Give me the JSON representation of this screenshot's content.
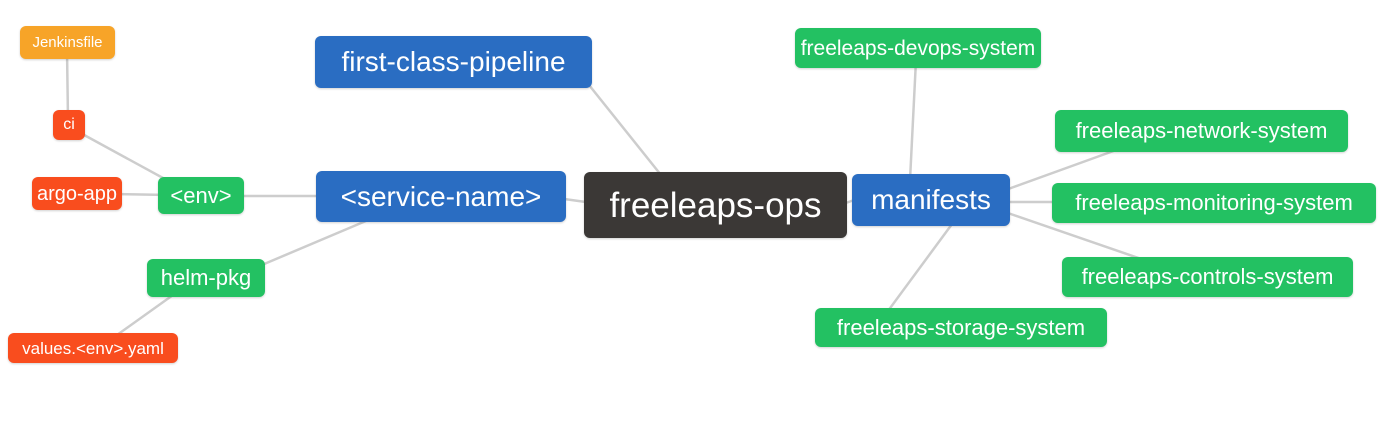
{
  "diagram": {
    "type": "mindmap",
    "root": "freeleaps-ops",
    "colors": {
      "blue": "#2a6dc2",
      "green": "#23c162",
      "orange": "#f7a428",
      "red": "#f94d1e",
      "dark": "#3b3836",
      "edge": "#cdcdcd",
      "background": "#ffffff",
      "text": "#ffffff"
    },
    "nodes": {
      "jenkinsfile": {
        "label": "Jenkinsfile",
        "color": "orange"
      },
      "ci": {
        "label": "ci",
        "color": "red"
      },
      "argo_app": {
        "label": "argo-app",
        "color": "red"
      },
      "env": {
        "label": "<env>",
        "color": "green"
      },
      "first_class_pipeline": {
        "label": "first-class-pipeline",
        "color": "blue"
      },
      "service_name": {
        "label": "<service-name>",
        "color": "blue"
      },
      "helm_pkg": {
        "label": "helm-pkg",
        "color": "green"
      },
      "values_env_yaml": {
        "label": "values.<env>.yaml",
        "color": "red"
      },
      "freeleaps_ops": {
        "label": "freeleaps-ops",
        "color": "dark"
      },
      "manifests": {
        "label": "manifests",
        "color": "blue"
      },
      "devops_system": {
        "label": "freeleaps-devops-system",
        "color": "green"
      },
      "network_system": {
        "label": "freeleaps-network-system",
        "color": "green"
      },
      "monitoring_system": {
        "label": "freeleaps-monitoring-system",
        "color": "green"
      },
      "controls_system": {
        "label": "freeleaps-controls-system",
        "color": "green"
      },
      "storage_system": {
        "label": "freeleaps-storage-system",
        "color": "green"
      }
    },
    "edges": [
      [
        "jenkinsfile",
        "ci"
      ],
      [
        "ci",
        "env"
      ],
      [
        "argo_app",
        "env"
      ],
      [
        "env",
        "service_name"
      ],
      [
        "service_name",
        "freeleaps_ops"
      ],
      [
        "helm_pkg",
        "service_name"
      ],
      [
        "values_env_yaml",
        "helm_pkg"
      ],
      [
        "first_class_pipeline",
        "freeleaps_ops"
      ],
      [
        "freeleaps_ops",
        "manifests"
      ],
      [
        "manifests",
        "devops_system"
      ],
      [
        "manifests",
        "network_system"
      ],
      [
        "manifests",
        "monitoring_system"
      ],
      [
        "manifests",
        "controls_system"
      ],
      [
        "manifests",
        "storage_system"
      ]
    ]
  }
}
